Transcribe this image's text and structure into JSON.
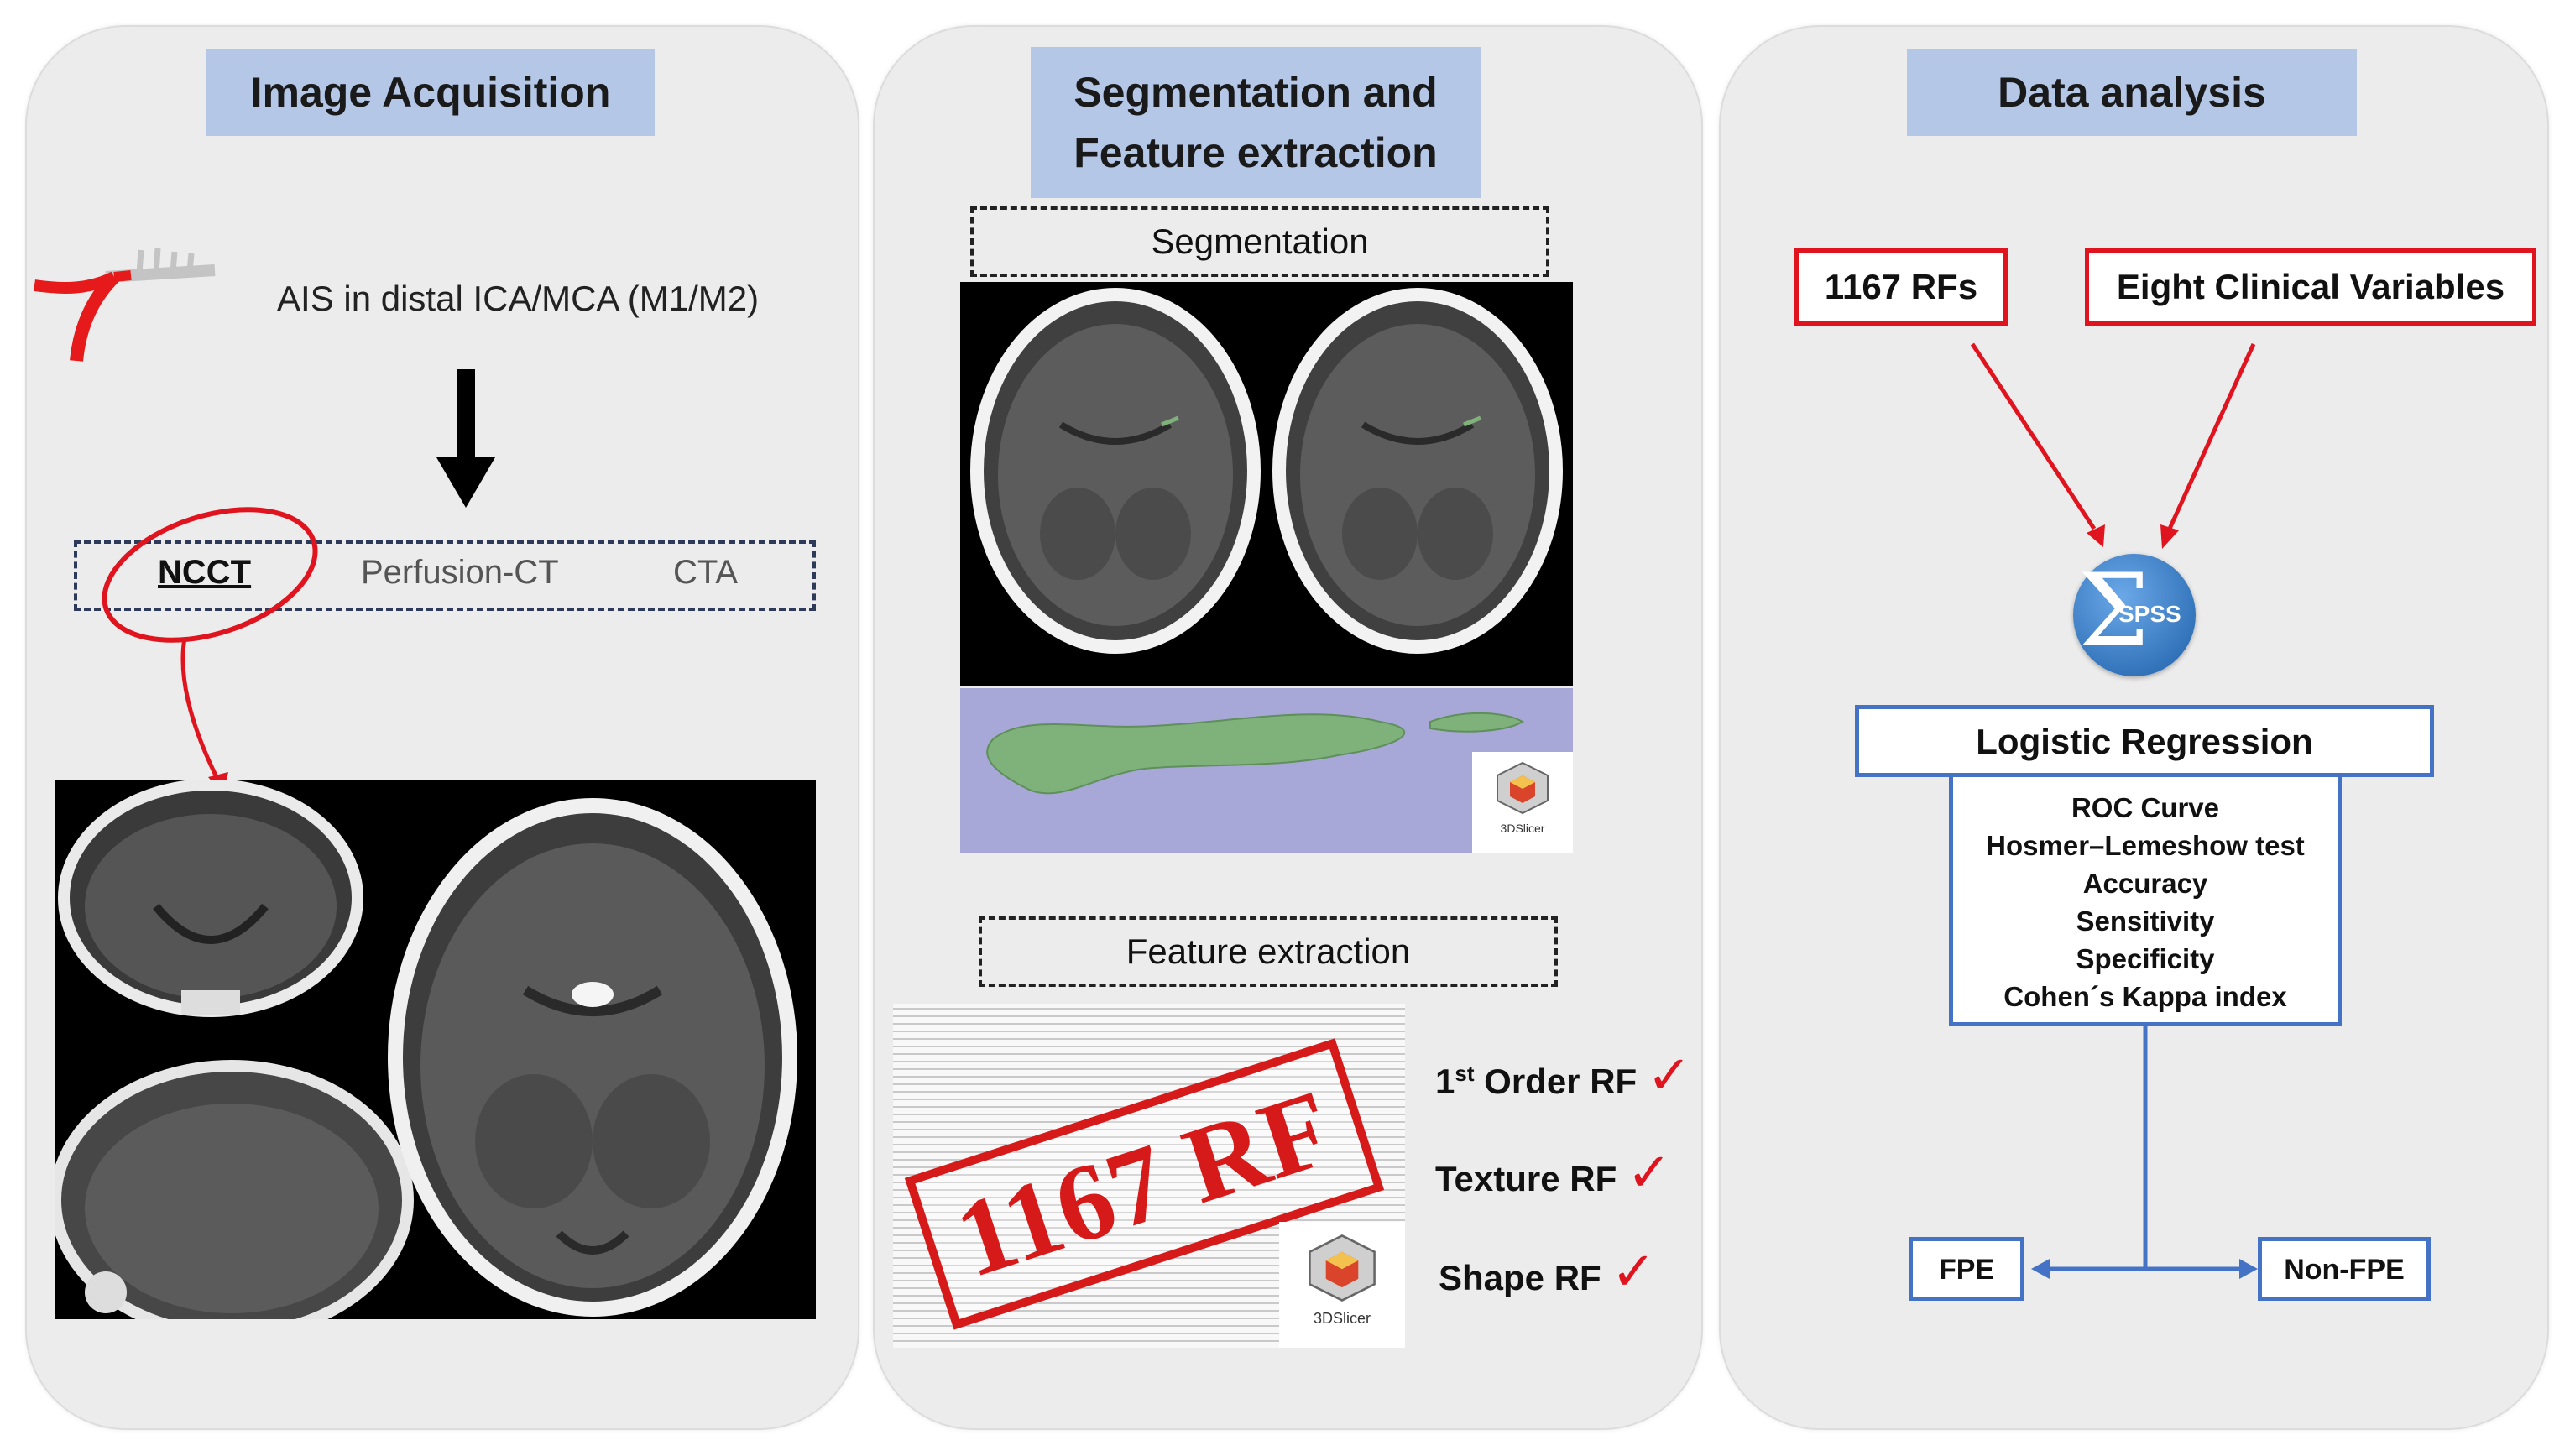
{
  "panels": {
    "acquisition": {
      "title": "Image Acquisition",
      "location_label": "AIS in distal ICA/MCA (M1/M2)",
      "modalities": [
        "NCCT",
        "Perfusion-CT",
        "CTA"
      ]
    },
    "segmentation": {
      "title_line1": "Segmentation and",
      "title_line2": "Feature extraction",
      "segmentation_label": "Segmentation",
      "slicer_label": "3DSlicer",
      "feature_label": "Feature extraction",
      "stamp_text": "1167 RF",
      "rf_types": [
        {
          "prefix": "1",
          "sup": "st",
          "suffix": " Order RF"
        },
        {
          "prefix": "Texture RF",
          "sup": "",
          "suffix": ""
        },
        {
          "prefix": "Shape RF",
          "sup": "",
          "suffix": ""
        }
      ],
      "check_mark": "✓"
    },
    "analysis": {
      "title": "Data analysis",
      "rf_count_box": "1167 RFs",
      "clinical_box": "Eight Clinical Variables",
      "spss_label": "SPSS",
      "regression_title": "Logistic Regression",
      "metrics": [
        "ROC Curve",
        "Hosmer–Lemeshow test",
        "Accuracy",
        "Sensitivity",
        "Specificity",
        "Cohen´s Kappa index"
      ],
      "outcome_left": "FPE",
      "outcome_right": "Non-FPE"
    }
  },
  "colors": {
    "title_bg": "#b4c7e7",
    "red": "#e0141e",
    "blue": "#4472c4",
    "mesh_green": "#7fb27a",
    "render_bg": "#a8a8d8"
  }
}
